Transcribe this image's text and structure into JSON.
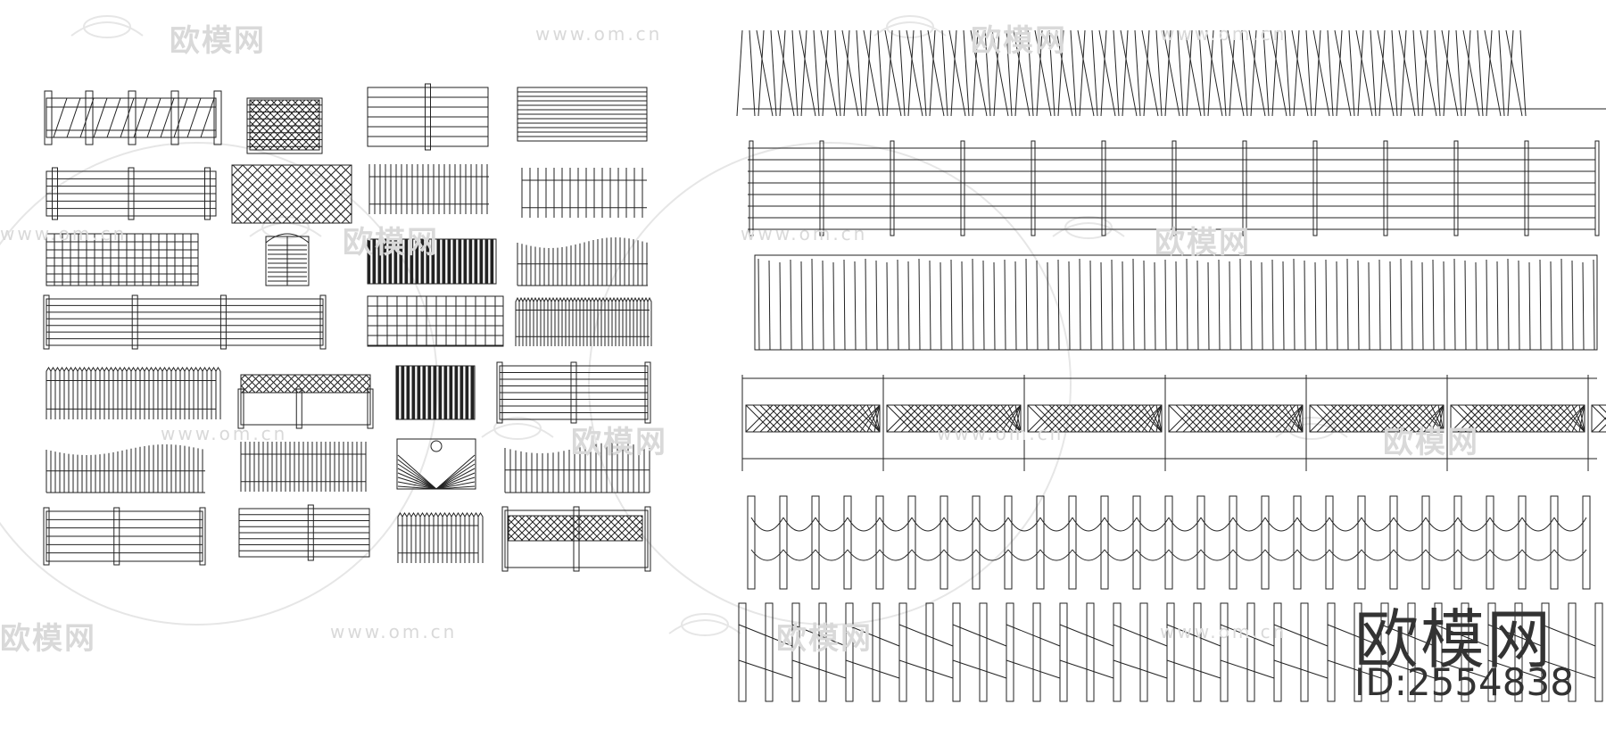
{
  "watermark": {
    "brand": "欧模网",
    "url": "www.om.cn"
  },
  "badge": {
    "brand": "欧模网",
    "id": "ID:2554838"
  },
  "colors": {
    "background": "#ffffff",
    "line": "#222222",
    "watermark": "#d9d9d9",
    "badge": "#333333"
  }
}
